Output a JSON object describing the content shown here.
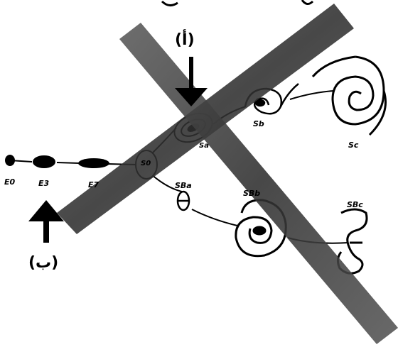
{
  "hubble_diagram": {
    "elliptical": [
      {
        "id": "e0",
        "label": "E0"
      },
      {
        "id": "e3",
        "label": "E3"
      },
      {
        "id": "e7",
        "label": "E7"
      }
    ],
    "lenticular": {
      "label": "S0"
    },
    "spirals": [
      {
        "id": "sa",
        "label": "Sa"
      },
      {
        "id": "sb",
        "label": "Sb"
      },
      {
        "id": "sc",
        "label": "Sc"
      }
    ],
    "barred_spirals": [
      {
        "id": "sba",
        "label": "SBa"
      },
      {
        "id": "sbb",
        "label": "SBb"
      },
      {
        "id": "sbc",
        "label": "SBc"
      }
    ]
  },
  "markers": {
    "a_label": "(أ)",
    "b_label": "(ب)"
  },
  "colors": {
    "cross_bar": "#3e3e3e",
    "ink": "#000000",
    "background": "#ffffff"
  }
}
